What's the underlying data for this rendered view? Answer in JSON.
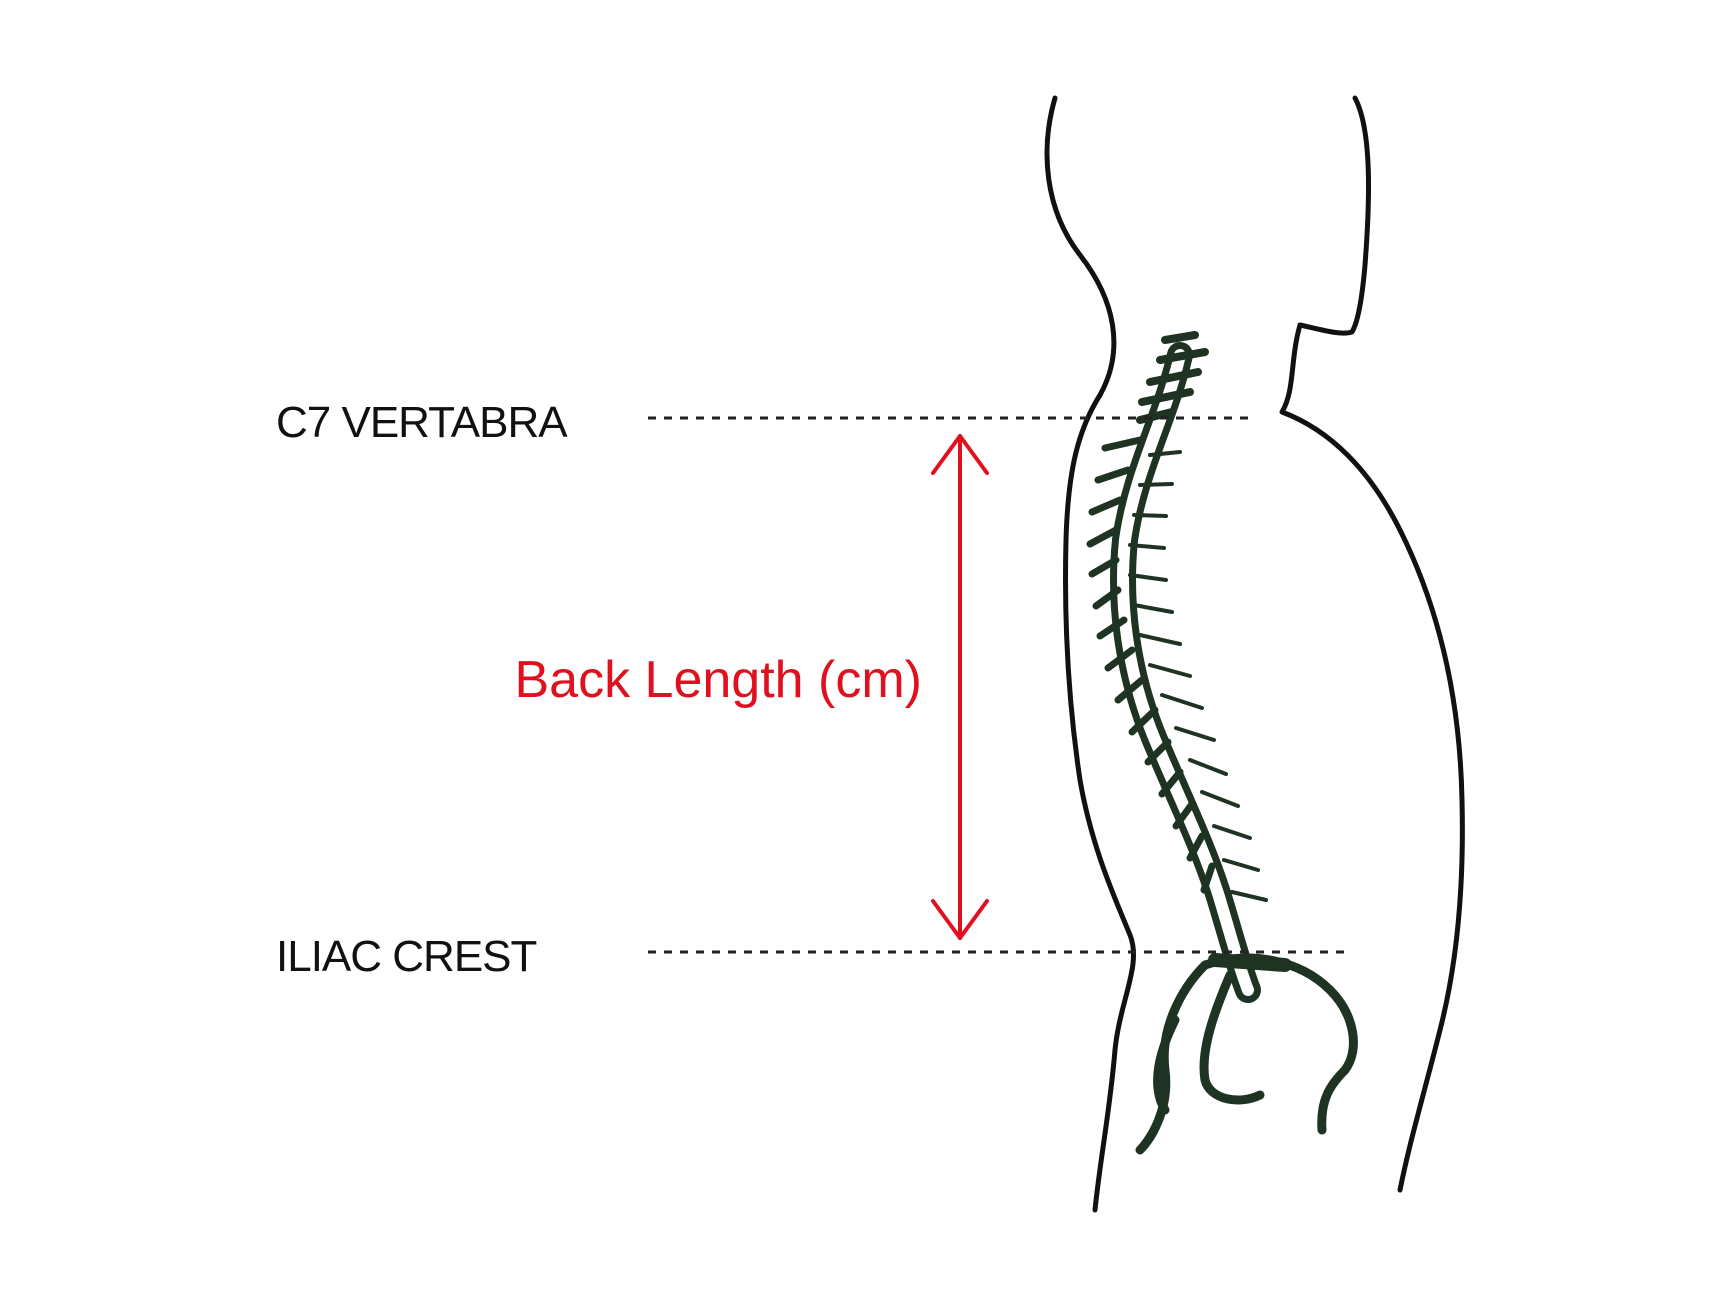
{
  "labels": {
    "top_landmark": "C7 VERTABRA",
    "bottom_landmark": "ILIAC CREST",
    "measurement": "Back Length (cm)"
  },
  "colors": {
    "text": "#111111",
    "accent": "#e0101e",
    "body_outline": "#111111",
    "spine": "#1f3322",
    "guide_line": "#222222"
  },
  "icons": {
    "measure_arrow": "double-headed-vertical-arrow-icon"
  }
}
